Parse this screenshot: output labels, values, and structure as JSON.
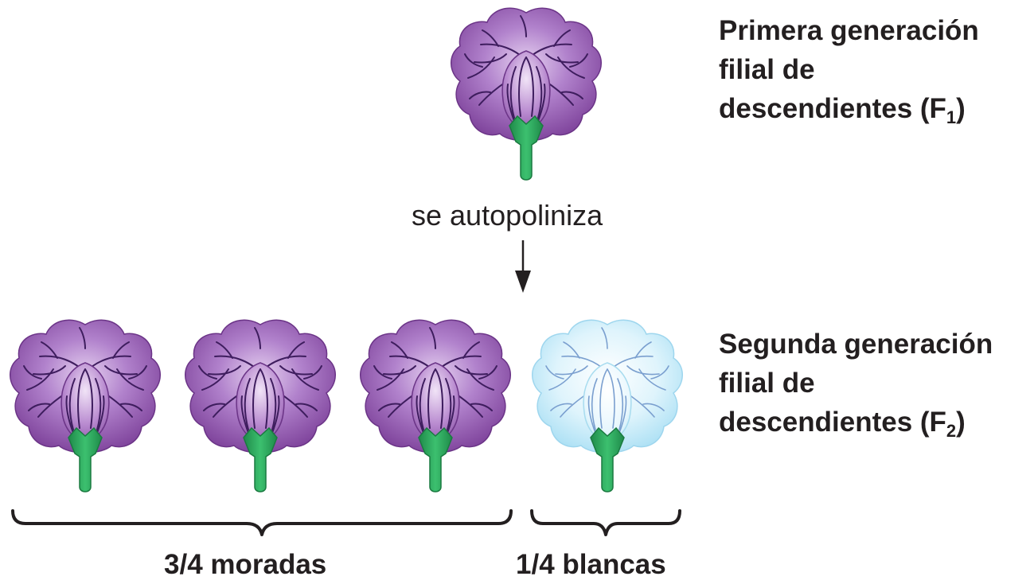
{
  "f1": {
    "label_line1": "Primera generación",
    "label_line2": "filial de",
    "label_line3_prefix": "descendientes (F",
    "label_subscript": "1",
    "label_line3_suffix": ")"
  },
  "process": {
    "label": "se autopoliniza"
  },
  "f2": {
    "label_line1": "Segunda generación",
    "label_line2": "filial de",
    "label_line3_prefix": "descendientes (F",
    "label_subscript": "2",
    "label_line3_suffix": ")",
    "purple_fraction": "3/4 moradas",
    "white_fraction": "1/4 blancas"
  },
  "colors": {
    "purple_petal": "#8a4fa6",
    "purple_light": "#c9a3dc",
    "purple_vein": "#3e1d5e",
    "white_petal": "#b8e6f6",
    "white_light": "#eefaff",
    "white_vein": "#6f95c4",
    "stem": "#2eaa5f",
    "stem_dark": "#1f8a4a",
    "text": "#231f20"
  }
}
